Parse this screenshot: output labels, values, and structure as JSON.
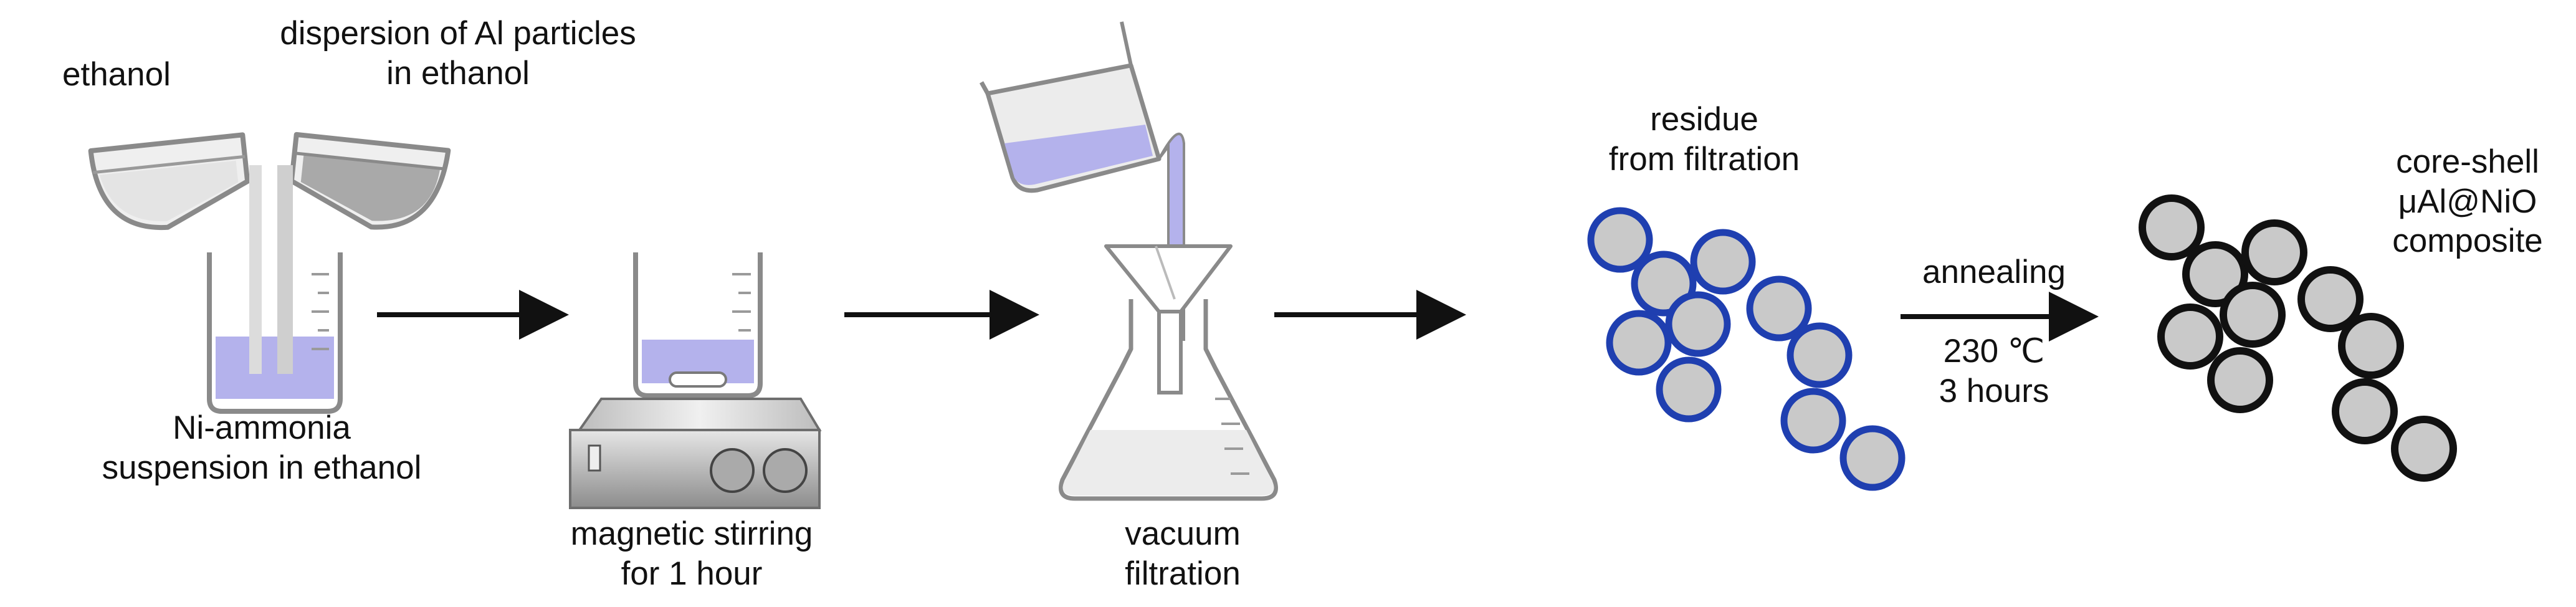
{
  "labels": {
    "ethanol": "ethanol",
    "dispersion_line1": "dispersion of Al particles",
    "dispersion_line2": "in ethanol",
    "ni_ammonia_line1": "Ni-ammonia",
    "ni_ammonia_line2": "suspension in ethanol",
    "stirring_line1": "magnetic stirring",
    "stirring_line2": "for 1 hour",
    "vacuum_line1": "vacuum",
    "vacuum_line2": "filtration",
    "residue_line1": "residue",
    "residue_line2": "from filtration",
    "annealing": "annealing",
    "temperature": "230 ℃",
    "duration": "3 hours",
    "product_line1": "core-shell",
    "product_line2": "μAl@NiO",
    "product_line3": "composite"
  },
  "colors": {
    "solution": "#b4b2ec",
    "glass_outline": "#8a8a8a",
    "particle_fill": "#c9c9c9",
    "residue_shell": "#1f3fb0",
    "product_shell": "#111111",
    "arrow": "#111111"
  }
}
